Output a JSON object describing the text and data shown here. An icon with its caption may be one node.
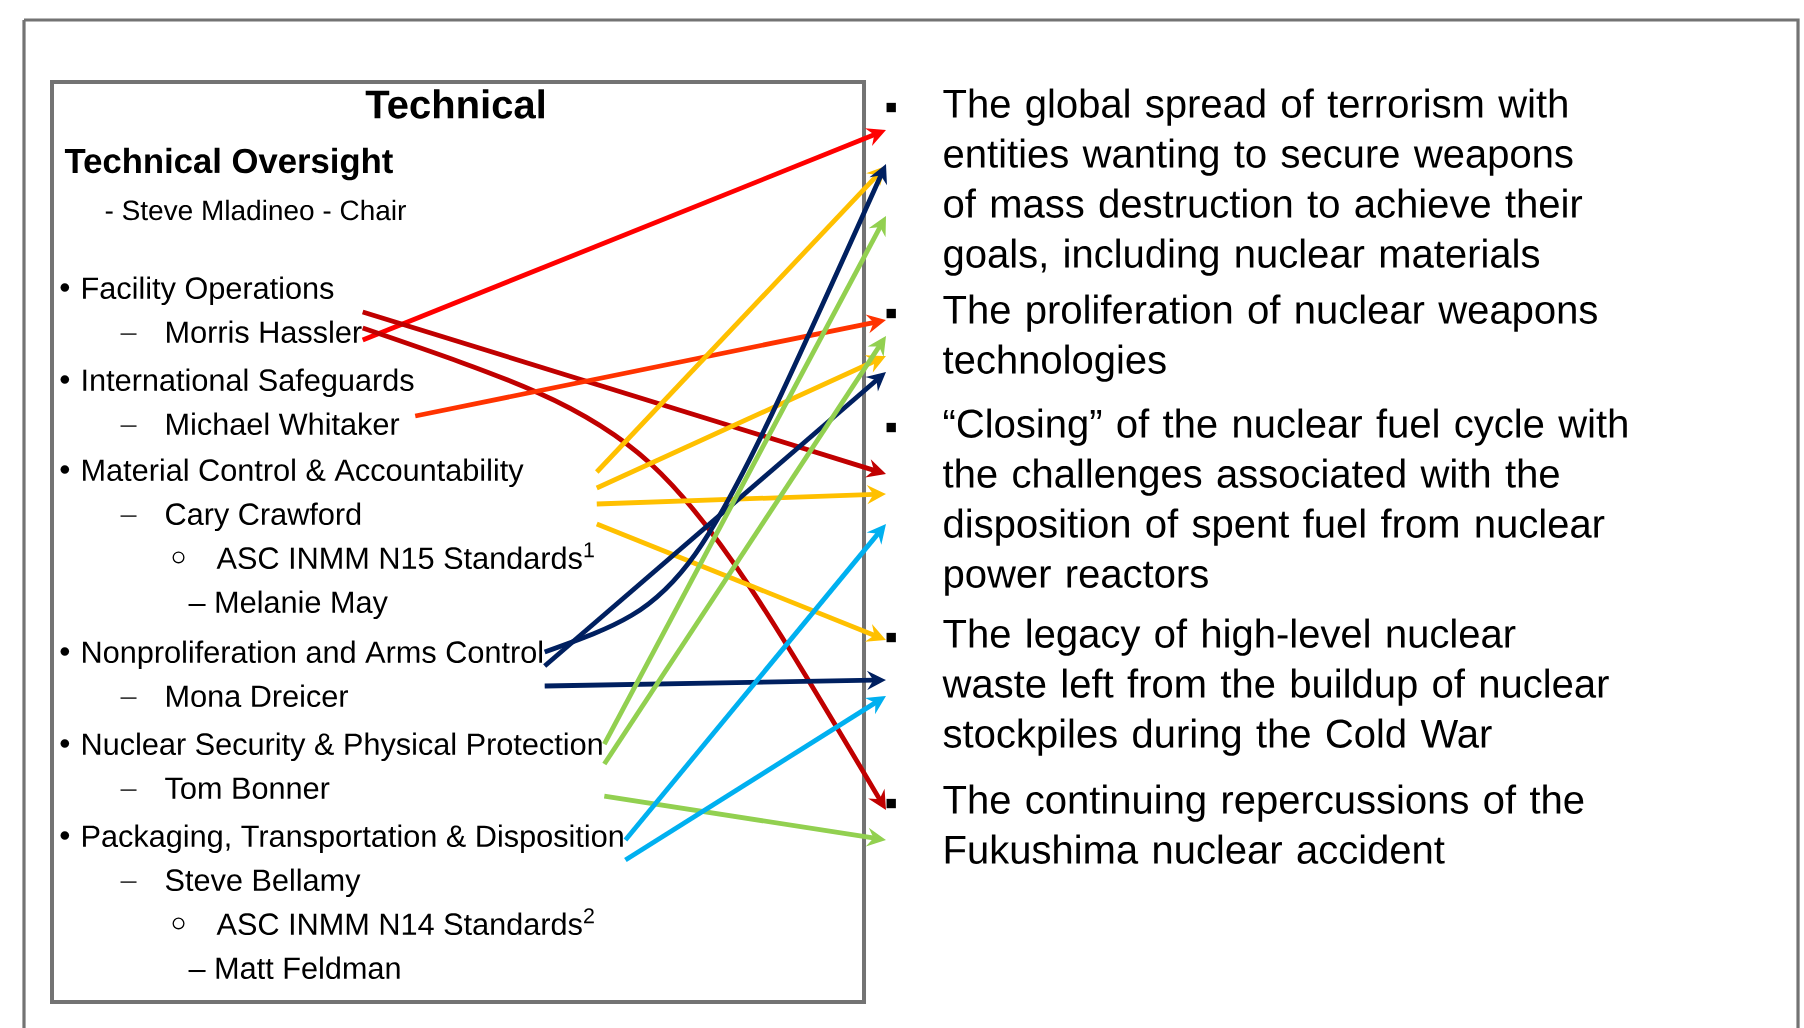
{
  "diagram": {
    "nodes": [
      {
        "text": [
          "Technical",
          "Technical Oversight",
          "- Steve Mladineo - Chair"
        ]
      },
      {
        "text": [
          "Facility Operations",
          "Morris Hassler"
        ],
        "in": 0
      },
      {
        "text": [
          "International Safeguards",
          "Michael Whitaker"
        ],
        "in": 0
      },
      {
        "text": [
          "Material Control & Accountability",
          "Cary Crawford",
          "ASC INMM N15 Standards$^{1}$",
          "– Melanie May"
        ],
        "in": 0
      },
      {
        "text": [
          "Nonproliferation and Arms Control",
          "Mona Dreicer"
        ],
        "in": 0
      },
      {
        "text": [
          "Nuclear Security & Physical Protection",
          "Tom Bonner"
        ],
        "in": 0
      },
      {
        "text": [
          "Packaging, Transportation & Disposition",
          "Steve Bellamy",
          "ASC INMM N14 Standards$^{2}$",
          "– Matt Feldman"
        ],
        "in": 0
      },
      {
        "text": [
          "The global spread of terrorism with entities wanting to secure weapons of mass destruction to achieve their goals, including nuclear materials"
        ]
      },
      {
        "text": [
          "The proliferation of nuclear weapons technologies"
        ]
      },
      {
        "text": [
          "“Closing” of the nuclear fuel cycle with the challenges associated with the disposition of spent fuel from nuclear power reactors"
        ]
      },
      {
        "text": [
          "The legacy of high-level nuclear waste left from the buildup of nuclear stockpiles during the Cold War"
        ]
      },
      {
        "text": [
          "The continuing repercussions of the Fukushima nuclear accident"
        ]
      }
    ],
    "edges": [
      {
        "from": 1,
        "to": 7,
        "arrow": "to",
        "color": "#ff0000"
      },
      {
        "from": 1,
        "to": 9,
        "arrow": "to",
        "color": "#c00000"
      },
      {
        "from": 1,
        "to": 11,
        "arrow": "to",
        "color": "#c00000"
      },
      {
        "from": 2,
        "to": 8,
        "arrow": "to",
        "color": "#ff3300"
      },
      {
        "from": 3,
        "to": 7,
        "arrow": "to",
        "color": "#ffc000"
      },
      {
        "from": 3,
        "to": 8,
        "arrow": "to",
        "color": "#ffc000"
      },
      {
        "from": 3,
        "to": 9,
        "arrow": "to",
        "color": "#ffc000"
      },
      {
        "from": 3,
        "to": 10,
        "arrow": "to",
        "color": "#ffc000"
      },
      {
        "from": 4,
        "to": 7,
        "arrow": "to",
        "color": "#002060"
      },
      {
        "from": 4,
        "to": 8,
        "arrow": "to",
        "color": "#002060"
      },
      {
        "from": 4,
        "to": 10,
        "arrow": "to",
        "color": "#002060"
      },
      {
        "from": 5,
        "to": 7,
        "arrow": "to",
        "color": "#92d050"
      },
      {
        "from": 5,
        "to": 8,
        "arrow": "to",
        "color": "#92d050"
      },
      {
        "from": 5,
        "to": 11,
        "arrow": "to",
        "color": "#92d050"
      },
      {
        "from": 6,
        "to": 9,
        "arrow": "to",
        "color": "#00b0f0"
      },
      {
        "from": 6,
        "to": 10,
        "arrow": "to",
        "color": "#00b0f0"
      }
    ]
  }
}
